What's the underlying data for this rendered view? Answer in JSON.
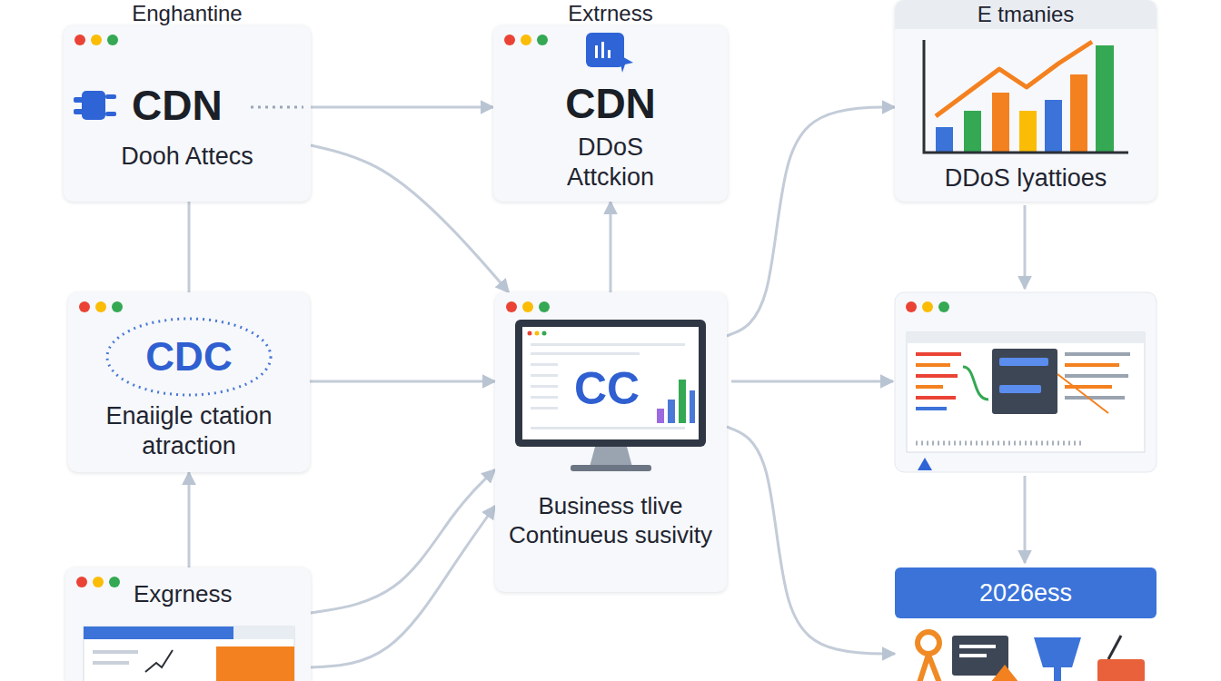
{
  "diagram": {
    "nodes": [
      {
        "text": [
          "Enghantine",
          "CDN",
          "Dooh Attecs"
        ]
      },
      {
        "text": [
          "Extrness",
          "CDN",
          "DDoS Attckion"
        ]
      },
      {
        "text": [
          "E tmanies",
          "DDoS lyattioes"
        ]
      },
      {
        "text": [
          "CDC",
          "Enaiigle ctation atraction"
        ]
      },
      {
        "text": [
          "CC",
          "Business tlive Continueus susivity"
        ]
      },
      {
        "text": [
          "Exgrness"
        ]
      },
      {
        "text": [
          "2026ess"
        ]
      }
    ],
    "edges": [
      {
        "from": 0,
        "to": 1,
        "arrow": "to"
      },
      {
        "from": 0,
        "to": 4,
        "arrow": "to"
      },
      {
        "from": 3,
        "to": 0,
        "arrow": "none"
      },
      {
        "from": 3,
        "to": 4,
        "arrow": "to"
      },
      {
        "from": 5,
        "to": 3,
        "arrow": "to"
      },
      {
        "from": 5,
        "to": 4,
        "arrow": "to"
      },
      {
        "from": 5,
        "to": 4,
        "arrow": "to"
      },
      {
        "from": 4,
        "to": 1,
        "arrow": "to"
      },
      {
        "from": 4,
        "to": 2,
        "arrow": "to"
      },
      {
        "from": 4,
        "to": 6,
        "arrow": "to"
      }
    ]
  }
}
